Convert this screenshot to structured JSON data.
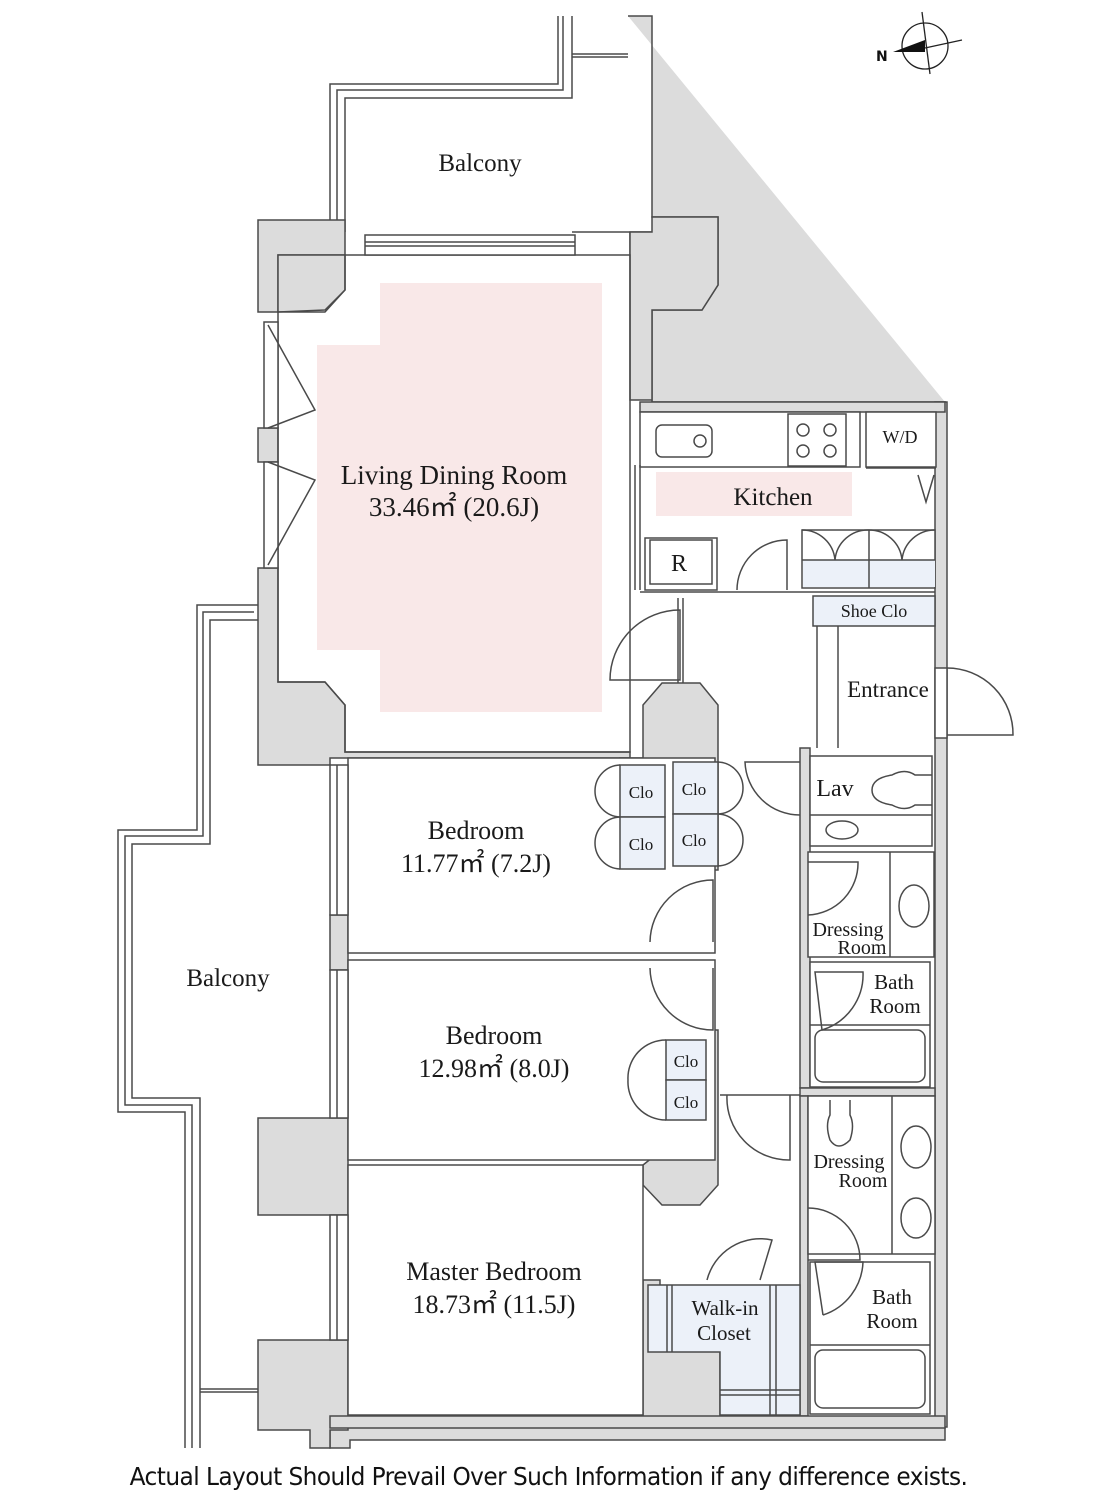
{
  "colors": {
    "wall": "#dcdcdc",
    "line": "#4a4a4a",
    "ldk_highlight": "#f9e8e8",
    "storage_highlight": "#ecf1f9",
    "text": "#1a1a1a"
  },
  "compass": {
    "label": "N",
    "icon": "north-arrow-icon"
  },
  "rooms": {
    "balcony_top": {
      "name": "Balcony"
    },
    "balcony_left": {
      "name": "Balcony"
    },
    "living": {
      "name": "Living Dining Room",
      "area": "33.46㎡  (20.6J)"
    },
    "kitchen": {
      "name": "Kitchen"
    },
    "wd": {
      "name": "W/D"
    },
    "fridge": {
      "name": "R"
    },
    "shoe_closet": {
      "name": "Shoe Clo"
    },
    "entrance": {
      "name": "Entrance"
    },
    "lav": {
      "name": "Lav"
    },
    "bedroom1": {
      "name": "Bedroom",
      "area": "11.77㎡  (7.2J)"
    },
    "bedroom2": {
      "name": "Bedroom",
      "area": "12.98㎡  (8.0J)"
    },
    "master": {
      "name": "Master Bedroom",
      "area": "18.73㎡  (11.5J)"
    },
    "walkin": {
      "line1": "Walk-in",
      "line2": "Closet"
    },
    "dressing1": {
      "line1": "Dressing",
      "line2": "Room"
    },
    "bath1": {
      "line1": "Bath",
      "line2": "Room"
    },
    "dressing2": {
      "line1": "Dressing",
      "line2": "Room"
    },
    "bath2": {
      "line1": "Bath",
      "line2": "Room"
    }
  },
  "closets": {
    "bed1_left_top": "Clo",
    "bed1_left_bottom": "Clo",
    "bed1_right_top": "Clo",
    "bed1_right_bottom": "Clo",
    "bed2_top": "Clo",
    "bed2_bottom": "Clo"
  },
  "disclaimer": "Actual Layout Should Prevail Over Such Information if any difference exists."
}
